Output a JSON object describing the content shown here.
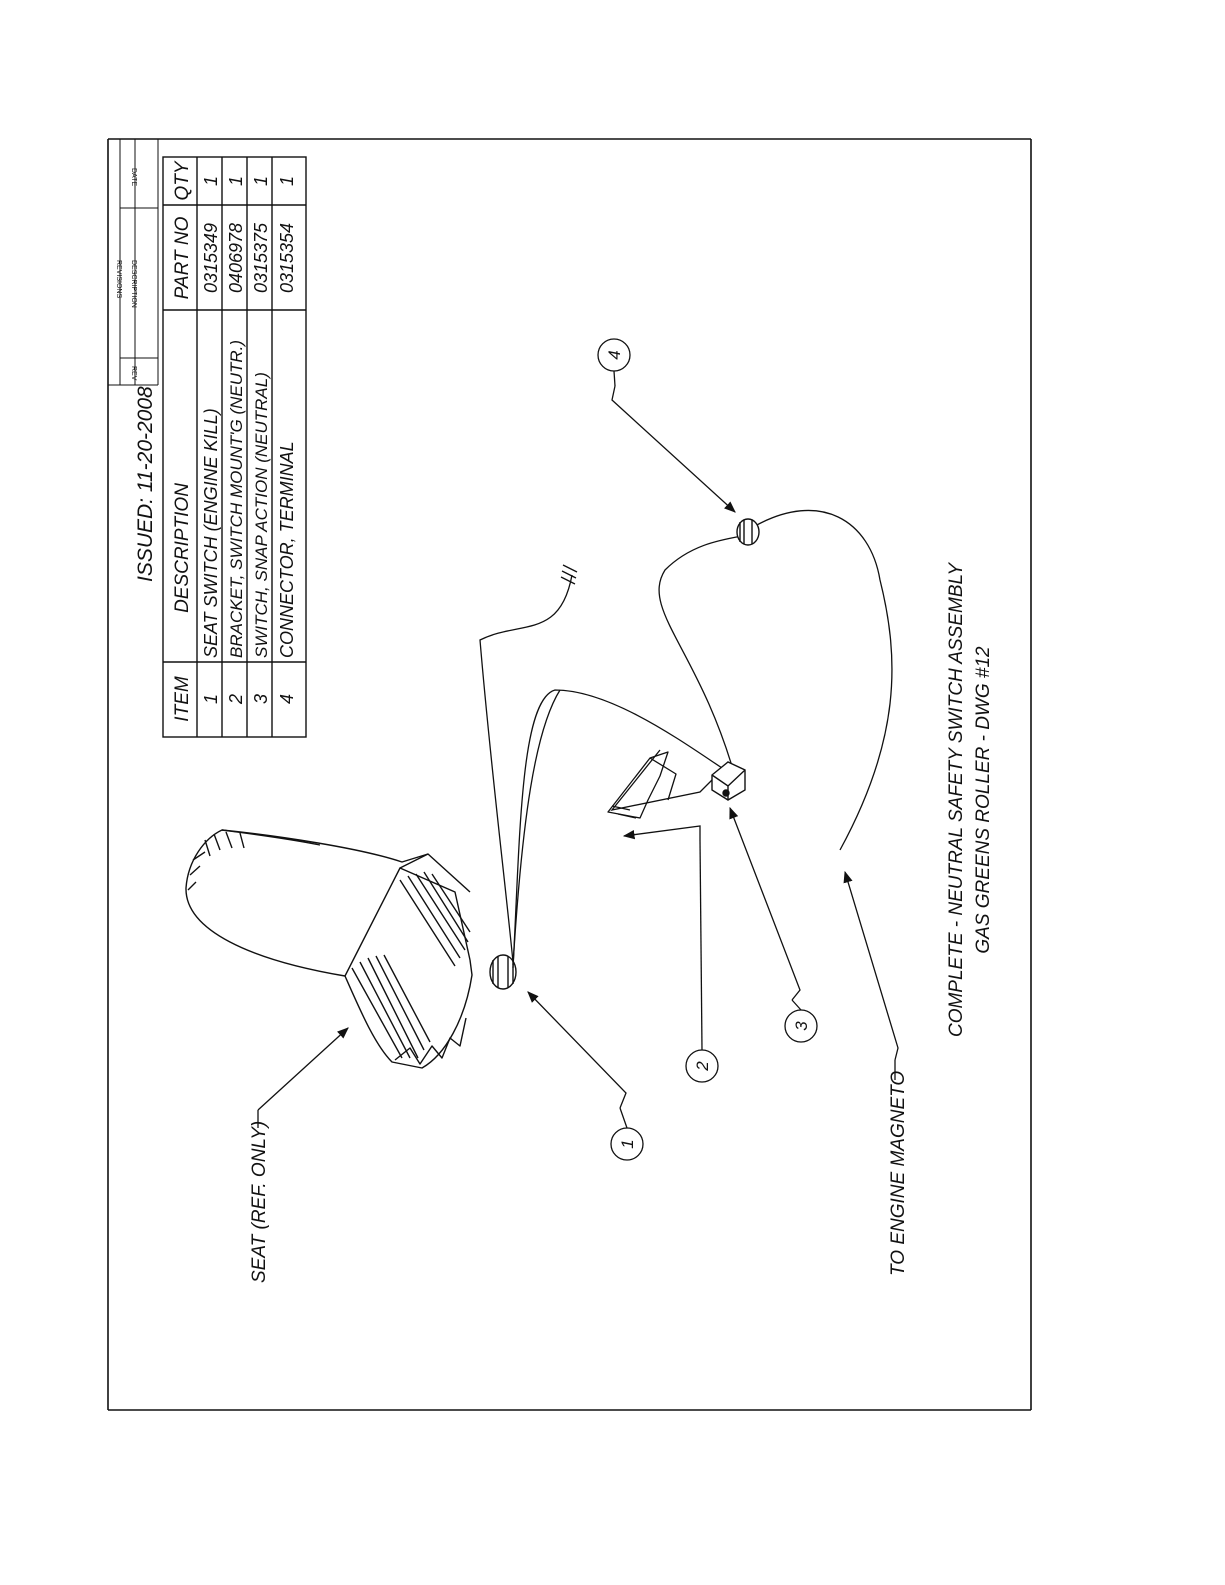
{
  "drawing": {
    "issued": "ISSUED: 11-20-2008",
    "title_line1": "COMPLETE - NEUTRAL SAFETY SWITCH ASSEMBLY",
    "title_line2": "GAS GREENS ROLLER - DWG #12"
  },
  "revisions_block": {
    "heading": "REVISIONS",
    "col_rev": "REV",
    "col_description": "DESCRIPTION",
    "col_date": "DATE"
  },
  "parts_table": {
    "headers": {
      "item": "ITEM",
      "description": "DESCRIPTION",
      "part_no": "PART NO",
      "qty": "QTY"
    },
    "rows": [
      {
        "item": "1",
        "description": "SEAT SWITCH (ENGINE KILL)",
        "part_no": "0315349",
        "qty": "1"
      },
      {
        "item": "2",
        "description": "BRACKET, SWITCH MOUNT'G (NEUTR.)",
        "part_no": "0406978",
        "qty": "1"
      },
      {
        "item": "3",
        "description": "SWITCH, SNAP ACTION (NEUTRAL)",
        "part_no": "0315375",
        "qty": "1"
      },
      {
        "item": "4",
        "description": "CONNECTOR, TERMINAL",
        "part_no": "0315354",
        "qty": "1"
      }
    ]
  },
  "callouts": {
    "seat": "SEAT (REF. ONLY)",
    "magneto": "TO ENGINE MAGNETO",
    "balloon_1": "1",
    "balloon_2": "2",
    "balloon_3": "3",
    "balloon_4": "4"
  },
  "colors": {
    "ink": "#111111",
    "paper": "#ffffff"
  }
}
